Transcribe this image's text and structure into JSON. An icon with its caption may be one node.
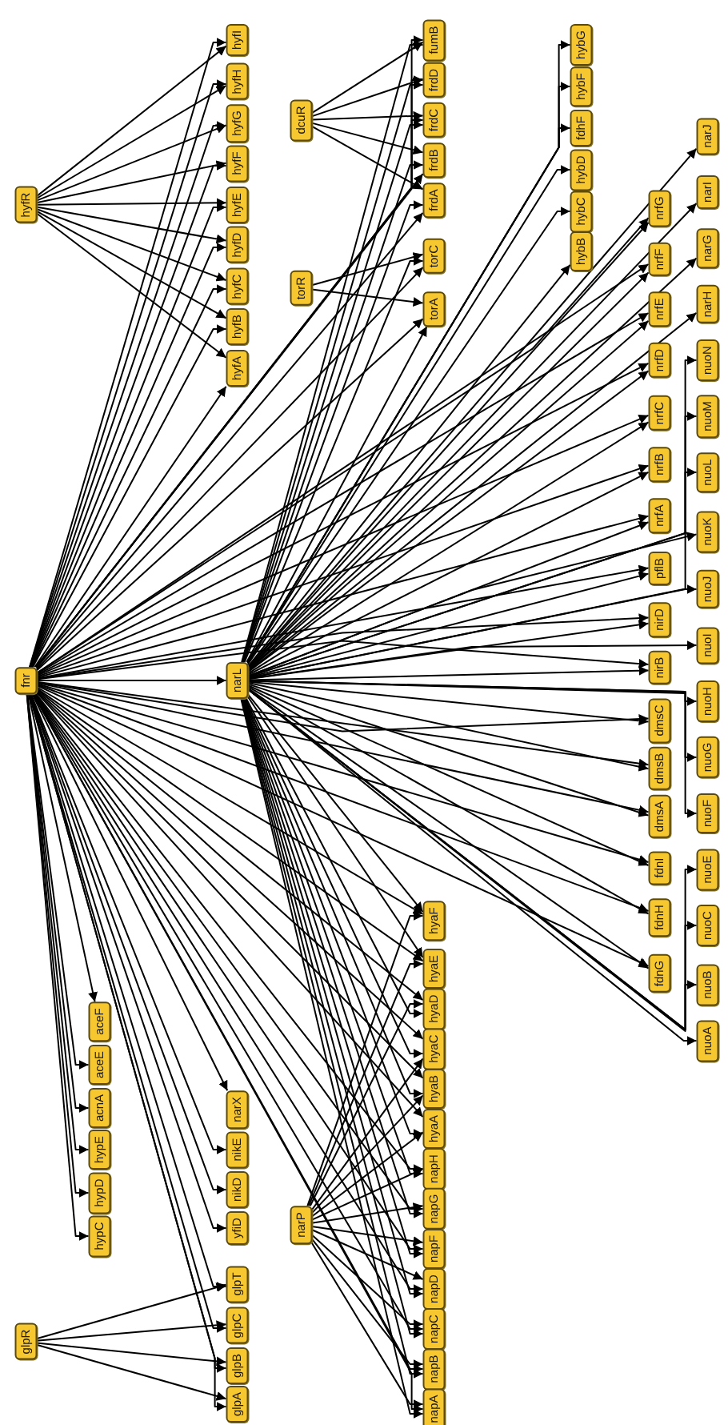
{
  "diagram": {
    "nodes": [
      {
        "text": [
          "hyfR"
        ]
      },
      {
        "text": [
          "fnr"
        ]
      },
      {
        "text": [
          "glpR"
        ]
      },
      {
        "text": [
          "aceF"
        ]
      },
      {
        "text": [
          "aceE"
        ]
      },
      {
        "text": [
          "acnA"
        ]
      },
      {
        "text": [
          "hypE"
        ]
      },
      {
        "text": [
          "hypD"
        ]
      },
      {
        "text": [
          "hypC"
        ]
      },
      {
        "text": [
          "hyfI"
        ]
      },
      {
        "text": [
          "hyfH"
        ]
      },
      {
        "text": [
          "hyfG"
        ]
      },
      {
        "text": [
          "hyfF"
        ]
      },
      {
        "text": [
          "hyfE"
        ]
      },
      {
        "text": [
          "hyfD"
        ]
      },
      {
        "text": [
          "hyfC"
        ]
      },
      {
        "text": [
          "hyfB"
        ]
      },
      {
        "text": [
          "hyfA"
        ]
      },
      {
        "text": [
          "narL"
        ]
      },
      {
        "text": [
          "narX"
        ]
      },
      {
        "text": [
          "nikE"
        ]
      },
      {
        "text": [
          "nikD"
        ]
      },
      {
        "text": [
          "yfiD"
        ]
      },
      {
        "text": [
          "glpT"
        ]
      },
      {
        "text": [
          "glpC"
        ]
      },
      {
        "text": [
          "glpB"
        ]
      },
      {
        "text": [
          "glpA"
        ]
      },
      {
        "text": [
          "dcuR"
        ]
      },
      {
        "text": [
          "torR"
        ]
      },
      {
        "text": [
          "narP"
        ]
      },
      {
        "text": [
          "fumB"
        ]
      },
      {
        "text": [
          "frdD"
        ]
      },
      {
        "text": [
          "frdC"
        ]
      },
      {
        "text": [
          "frdB"
        ]
      },
      {
        "text": [
          "frdA"
        ]
      },
      {
        "text": [
          "torC"
        ]
      },
      {
        "text": [
          "torA"
        ]
      },
      {
        "text": [
          "hyaF"
        ]
      },
      {
        "text": [
          "hyaE"
        ]
      },
      {
        "text": [
          "hyaD"
        ]
      },
      {
        "text": [
          "hyaC"
        ]
      },
      {
        "text": [
          "hyaB"
        ]
      },
      {
        "text": [
          "hyaA"
        ]
      },
      {
        "text": [
          "napH"
        ]
      },
      {
        "text": [
          "napG"
        ]
      },
      {
        "text": [
          "napF"
        ]
      },
      {
        "text": [
          "napD"
        ]
      },
      {
        "text": [
          "napC"
        ]
      },
      {
        "text": [
          "napB"
        ]
      },
      {
        "text": [
          "napA"
        ]
      },
      {
        "text": [
          "hybG"
        ]
      },
      {
        "text": [
          "hybF"
        ]
      },
      {
        "text": [
          "fdhF"
        ]
      },
      {
        "text": [
          "hybD"
        ]
      },
      {
        "text": [
          "hybC"
        ]
      },
      {
        "text": [
          "hybB"
        ]
      },
      {
        "text": [
          "nrfG"
        ]
      },
      {
        "text": [
          "nrfF"
        ]
      },
      {
        "text": [
          "nrfE"
        ]
      },
      {
        "text": [
          "nrfD"
        ]
      },
      {
        "text": [
          "nrfC"
        ]
      },
      {
        "text": [
          "nrfB"
        ]
      },
      {
        "text": [
          "nrfA"
        ]
      },
      {
        "text": [
          "pflB"
        ]
      },
      {
        "text": [
          "nirD"
        ]
      },
      {
        "text": [
          "nirB"
        ]
      },
      {
        "text": [
          "dmsC"
        ]
      },
      {
        "text": [
          "dmsB"
        ]
      },
      {
        "text": [
          "dmsA"
        ]
      },
      {
        "text": [
          "fdnI"
        ]
      },
      {
        "text": [
          "fdnH"
        ]
      },
      {
        "text": [
          "fdnG"
        ]
      },
      {
        "text": [
          "narJ"
        ]
      },
      {
        "text": [
          "narI"
        ]
      },
      {
        "text": [
          "narG"
        ]
      },
      {
        "text": [
          "narH"
        ]
      },
      {
        "text": [
          "nuoN"
        ]
      },
      {
        "text": [
          "nuoM"
        ]
      },
      {
        "text": [
          "nuoL"
        ]
      },
      {
        "text": [
          "nuoK"
        ]
      },
      {
        "text": [
          "nuoJ"
        ]
      },
      {
        "text": [
          "nuoI"
        ]
      },
      {
        "text": [
          "nuoH"
        ]
      },
      {
        "text": [
          "nuoG"
        ]
      },
      {
        "text": [
          "nuoF"
        ]
      },
      {
        "text": [
          "nuoE"
        ]
      },
      {
        "text": [
          "nuoC"
        ]
      },
      {
        "text": [
          "nuoB"
        ]
      },
      {
        "text": [
          "nuoA"
        ]
      }
    ],
    "edges": [
      {
        "from": 0,
        "to": 9,
        "arrow": "to"
      },
      {
        "from": 0,
        "to": 10,
        "arrow": "to"
      },
      {
        "from": 0,
        "to": 11,
        "arrow": "to"
      },
      {
        "from": 0,
        "to": 12,
        "arrow": "to"
      },
      {
        "from": 0,
        "to": 13,
        "arrow": "to"
      },
      {
        "from": 0,
        "to": 14,
        "arrow": "to"
      },
      {
        "from": 0,
        "to": 15,
        "arrow": "to"
      },
      {
        "from": 0,
        "to": 16,
        "arrow": "to"
      },
      {
        "from": 0,
        "to": 17,
        "arrow": "to"
      },
      {
        "from": 2,
        "to": 23,
        "arrow": "to"
      },
      {
        "from": 2,
        "to": 24,
        "arrow": "to"
      },
      {
        "from": 2,
        "to": 25,
        "arrow": "to"
      },
      {
        "from": 2,
        "to": 26,
        "arrow": "to"
      },
      {
        "from": 27,
        "to": 30,
        "arrow": "to"
      },
      {
        "from": 27,
        "to": 31,
        "arrow": "to"
      },
      {
        "from": 27,
        "to": 32,
        "arrow": "to"
      },
      {
        "from": 27,
        "to": 33,
        "arrow": "to"
      },
      {
        "from": 27,
        "to": 34,
        "arrow": "to"
      },
      {
        "from": 28,
        "to": 35,
        "arrow": "to"
      },
      {
        "from": 28,
        "to": 36,
        "arrow": "to"
      },
      {
        "from": 29,
        "to": 37,
        "arrow": "to"
      },
      {
        "from": 29,
        "to": 38,
        "arrow": "to"
      },
      {
        "from": 29,
        "to": 39,
        "arrow": "to"
      },
      {
        "from": 29,
        "to": 40,
        "arrow": "to"
      },
      {
        "from": 29,
        "to": 41,
        "arrow": "to"
      },
      {
        "from": 29,
        "to": 42,
        "arrow": "to"
      },
      {
        "from": 29,
        "to": 43,
        "arrow": "to"
      },
      {
        "from": 29,
        "to": 44,
        "arrow": "to"
      },
      {
        "from": 29,
        "to": 45,
        "arrow": "to"
      },
      {
        "from": 29,
        "to": 46,
        "arrow": "to"
      },
      {
        "from": 29,
        "to": 47,
        "arrow": "to"
      },
      {
        "from": 29,
        "to": 48,
        "arrow": "to"
      },
      {
        "from": 29,
        "to": 49,
        "arrow": "to"
      },
      {
        "from": 1,
        "to": 3,
        "arrow": "to"
      },
      {
        "from": 1,
        "to": 4,
        "arrow": "to"
      },
      {
        "from": 1,
        "to": 5,
        "arrow": "to"
      },
      {
        "from": 1,
        "to": 6,
        "arrow": "to"
      },
      {
        "from": 1,
        "to": 7,
        "arrow": "to"
      },
      {
        "from": 1,
        "to": 8,
        "arrow": "to"
      },
      {
        "from": 1,
        "to": 9,
        "arrow": "to"
      },
      {
        "from": 1,
        "to": 10,
        "arrow": "to"
      },
      {
        "from": 1,
        "to": 11,
        "arrow": "to"
      },
      {
        "from": 1,
        "to": 12,
        "arrow": "to"
      },
      {
        "from": 1,
        "to": 13,
        "arrow": "to"
      },
      {
        "from": 1,
        "to": 14,
        "arrow": "to"
      },
      {
        "from": 1,
        "to": 15,
        "arrow": "to"
      },
      {
        "from": 1,
        "to": 16,
        "arrow": "to"
      },
      {
        "from": 1,
        "to": 17,
        "arrow": "to"
      },
      {
        "from": 1,
        "to": 18,
        "arrow": "to"
      },
      {
        "from": 1,
        "to": 19,
        "arrow": "to"
      },
      {
        "from": 1,
        "to": 20,
        "arrow": "to"
      },
      {
        "from": 1,
        "to": 21,
        "arrow": "to"
      },
      {
        "from": 1,
        "to": 22,
        "arrow": "to"
      },
      {
        "from": 1,
        "to": 23,
        "arrow": "to"
      },
      {
        "from": 1,
        "to": 24,
        "arrow": "to"
      },
      {
        "from": 1,
        "to": 25,
        "arrow": "to"
      },
      {
        "from": 1,
        "to": 26,
        "arrow": "to"
      },
      {
        "from": 1,
        "to": 30,
        "arrow": "to"
      },
      {
        "from": 1,
        "to": 31,
        "arrow": "to"
      },
      {
        "from": 1,
        "to": 32,
        "arrow": "to"
      },
      {
        "from": 1,
        "to": 33,
        "arrow": "to"
      },
      {
        "from": 1,
        "to": 34,
        "arrow": "to"
      },
      {
        "from": 1,
        "to": 35,
        "arrow": "to"
      },
      {
        "from": 1,
        "to": 36,
        "arrow": "to"
      },
      {
        "from": 1,
        "to": 37,
        "arrow": "to"
      },
      {
        "from": 1,
        "to": 38,
        "arrow": "to"
      },
      {
        "from": 1,
        "to": 39,
        "arrow": "to"
      },
      {
        "from": 1,
        "to": 40,
        "arrow": "to"
      },
      {
        "from": 1,
        "to": 41,
        "arrow": "to"
      },
      {
        "from": 1,
        "to": 42,
        "arrow": "to"
      },
      {
        "from": 1,
        "to": 43,
        "arrow": "to"
      },
      {
        "from": 1,
        "to": 44,
        "arrow": "to"
      },
      {
        "from": 1,
        "to": 45,
        "arrow": "to"
      },
      {
        "from": 1,
        "to": 46,
        "arrow": "to"
      },
      {
        "from": 1,
        "to": 47,
        "arrow": "to"
      },
      {
        "from": 1,
        "to": 48,
        "arrow": "to"
      },
      {
        "from": 1,
        "to": 49,
        "arrow": "to"
      },
      {
        "from": 1,
        "to": 56,
        "arrow": "to"
      },
      {
        "from": 1,
        "to": 57,
        "arrow": "to"
      },
      {
        "from": 1,
        "to": 58,
        "arrow": "to"
      },
      {
        "from": 1,
        "to": 59,
        "arrow": "to"
      },
      {
        "from": 1,
        "to": 60,
        "arrow": "to"
      },
      {
        "from": 1,
        "to": 61,
        "arrow": "to"
      },
      {
        "from": 1,
        "to": 62,
        "arrow": "to"
      },
      {
        "from": 1,
        "to": 63,
        "arrow": "to"
      },
      {
        "from": 1,
        "to": 64,
        "arrow": "to"
      },
      {
        "from": 1,
        "to": 65,
        "arrow": "to"
      },
      {
        "from": 1,
        "to": 66,
        "arrow": "to"
      },
      {
        "from": 1,
        "to": 67,
        "arrow": "to"
      },
      {
        "from": 1,
        "to": 68,
        "arrow": "to"
      },
      {
        "from": 1,
        "to": 69,
        "arrow": "to"
      },
      {
        "from": 1,
        "to": 70,
        "arrow": "to"
      },
      {
        "from": 1,
        "to": 71,
        "arrow": "to"
      },
      {
        "from": 18,
        "to": 30,
        "arrow": "to"
      },
      {
        "from": 18,
        "to": 31,
        "arrow": "to"
      },
      {
        "from": 18,
        "to": 32,
        "arrow": "to"
      },
      {
        "from": 18,
        "to": 33,
        "arrow": "to"
      },
      {
        "from": 18,
        "to": 34,
        "arrow": "to"
      },
      {
        "from": 18,
        "to": 35,
        "arrow": "to"
      },
      {
        "from": 18,
        "to": 36,
        "arrow": "to"
      },
      {
        "from": 18,
        "to": 50,
        "arrow": "to"
      },
      {
        "from": 18,
        "to": 51,
        "arrow": "to"
      },
      {
        "from": 18,
        "to": 52,
        "arrow": "to"
      },
      {
        "from": 18,
        "to": 53,
        "arrow": "to"
      },
      {
        "from": 18,
        "to": 54,
        "arrow": "to"
      },
      {
        "from": 18,
        "to": 55,
        "arrow": "to"
      },
      {
        "from": 18,
        "to": 37,
        "arrow": "to"
      },
      {
        "from": 18,
        "to": 38,
        "arrow": "to"
      },
      {
        "from": 18,
        "to": 39,
        "arrow": "to"
      },
      {
        "from": 18,
        "to": 40,
        "arrow": "to"
      },
      {
        "from": 18,
        "to": 41,
        "arrow": "to"
      },
      {
        "from": 18,
        "to": 42,
        "arrow": "to"
      },
      {
        "from": 18,
        "to": 43,
        "arrow": "to"
      },
      {
        "from": 18,
        "to": 44,
        "arrow": "to"
      },
      {
        "from": 18,
        "to": 45,
        "arrow": "to"
      },
      {
        "from": 18,
        "to": 46,
        "arrow": "to"
      },
      {
        "from": 18,
        "to": 47,
        "arrow": "to"
      },
      {
        "from": 18,
        "to": 48,
        "arrow": "to"
      },
      {
        "from": 18,
        "to": 49,
        "arrow": "to"
      },
      {
        "from": 18,
        "to": 56,
        "arrow": "to"
      },
      {
        "from": 18,
        "to": 57,
        "arrow": "to"
      },
      {
        "from": 18,
        "to": 58,
        "arrow": "to"
      },
      {
        "from": 18,
        "to": 59,
        "arrow": "to"
      },
      {
        "from": 18,
        "to": 60,
        "arrow": "to"
      },
      {
        "from": 18,
        "to": 61,
        "arrow": "to"
      },
      {
        "from": 18,
        "to": 62,
        "arrow": "to"
      },
      {
        "from": 18,
        "to": 63,
        "arrow": "to"
      },
      {
        "from": 18,
        "to": 64,
        "arrow": "to"
      },
      {
        "from": 18,
        "to": 65,
        "arrow": "to"
      },
      {
        "from": 18,
        "to": 66,
        "arrow": "to"
      },
      {
        "from": 18,
        "to": 67,
        "arrow": "to"
      },
      {
        "from": 18,
        "to": 68,
        "arrow": "to"
      },
      {
        "from": 18,
        "to": 69,
        "arrow": "to"
      },
      {
        "from": 18,
        "to": 70,
        "arrow": "to"
      },
      {
        "from": 18,
        "to": 71,
        "arrow": "to"
      },
      {
        "from": 18,
        "to": 72,
        "arrow": "to"
      },
      {
        "from": 18,
        "to": 73,
        "arrow": "to"
      },
      {
        "from": 18,
        "to": 74,
        "arrow": "to"
      },
      {
        "from": 18,
        "to": 75,
        "arrow": "to"
      },
      {
        "from": 18,
        "to": 76,
        "arrow": "to"
      },
      {
        "from": 18,
        "to": 77,
        "arrow": "to"
      },
      {
        "from": 18,
        "to": 78,
        "arrow": "to"
      },
      {
        "from": 18,
        "to": 79,
        "arrow": "to"
      },
      {
        "from": 18,
        "to": 80,
        "arrow": "to"
      },
      {
        "from": 18,
        "to": 81,
        "arrow": "to"
      },
      {
        "from": 18,
        "to": 82,
        "arrow": "to"
      },
      {
        "from": 18,
        "to": 83,
        "arrow": "to"
      },
      {
        "from": 18,
        "to": 84,
        "arrow": "to"
      },
      {
        "from": 18,
        "to": 85,
        "arrow": "to"
      },
      {
        "from": 18,
        "to": 86,
        "arrow": "to"
      },
      {
        "from": 18,
        "to": 87,
        "arrow": "to"
      },
      {
        "from": 18,
        "to": 88,
        "arrow": "to"
      }
    ]
  }
}
